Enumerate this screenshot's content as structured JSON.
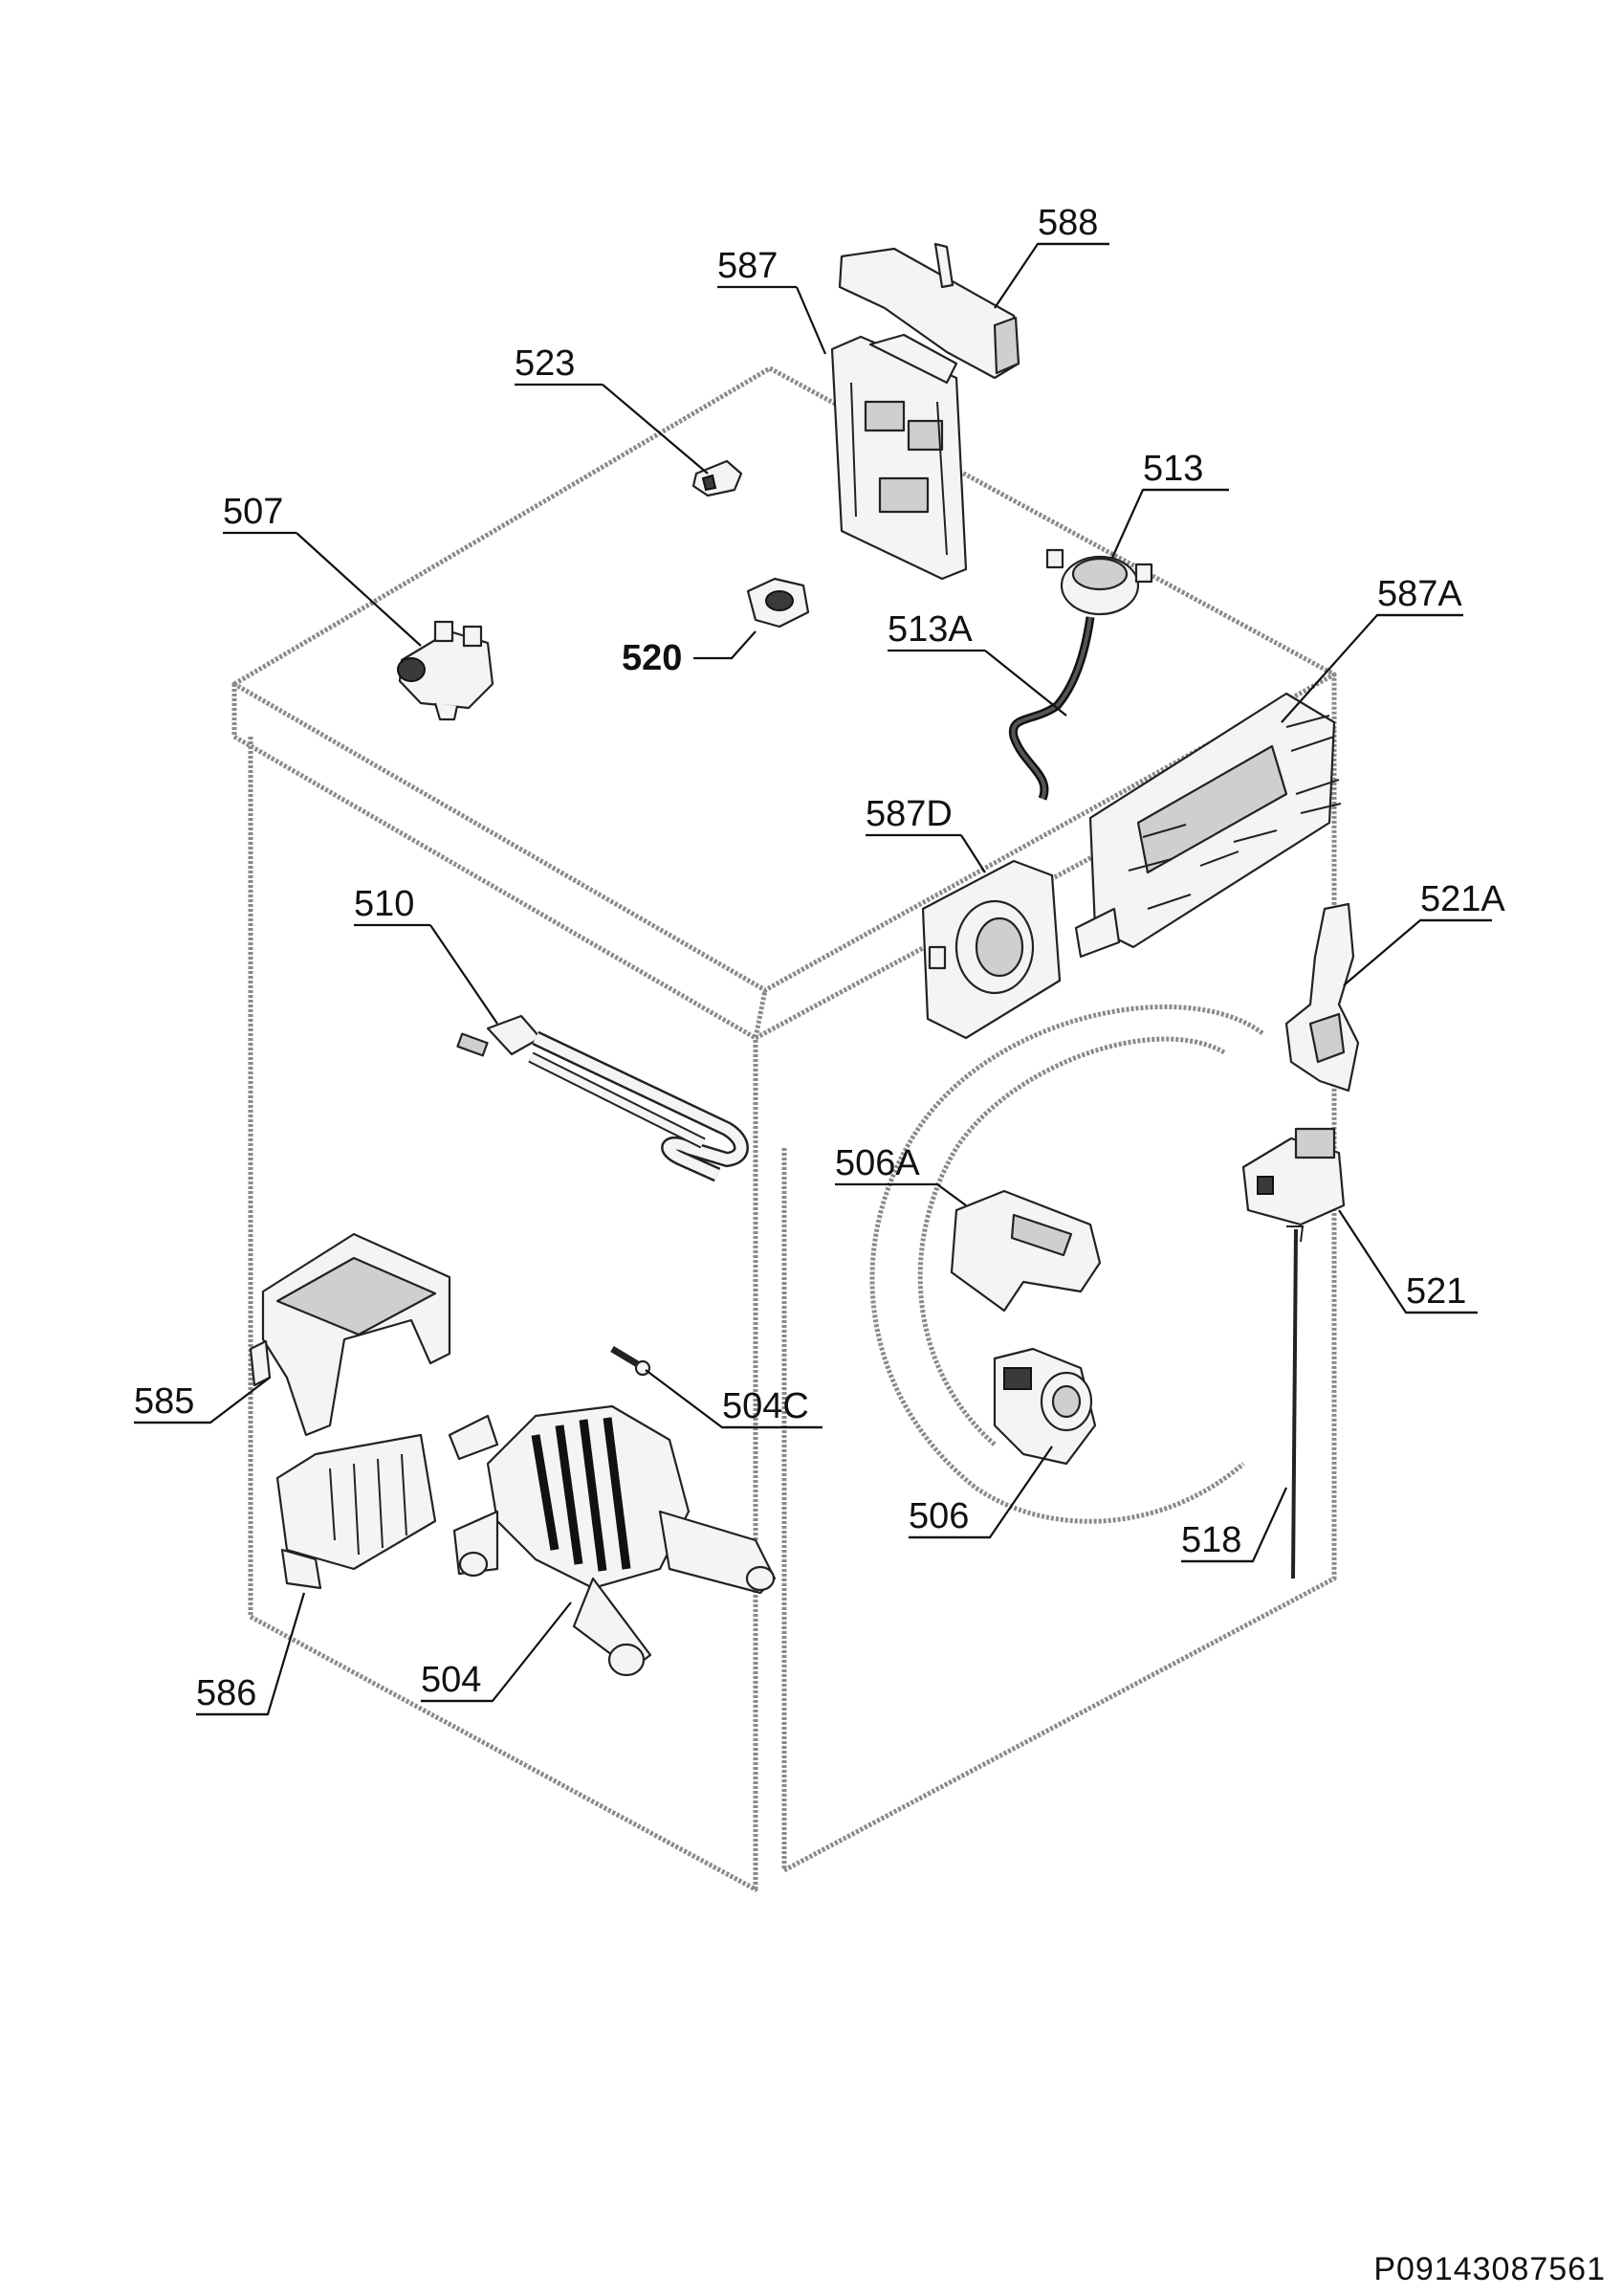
{
  "diagram": {
    "labels": {
      "l588": "588",
      "l587": "587",
      "l523": "523",
      "l513": "513",
      "l507": "507",
      "l587a": "587A",
      "l520": "520",
      "l513a": "513A",
      "l587d": "587D",
      "l510": "510",
      "l521a": "521A",
      "l506a": "506A",
      "l521": "521",
      "l585": "585",
      "l504c": "504C",
      "l506": "506",
      "l518": "518",
      "l586": "586",
      "l504": "504"
    }
  },
  "footer": {
    "document_id": "P09143087561"
  }
}
